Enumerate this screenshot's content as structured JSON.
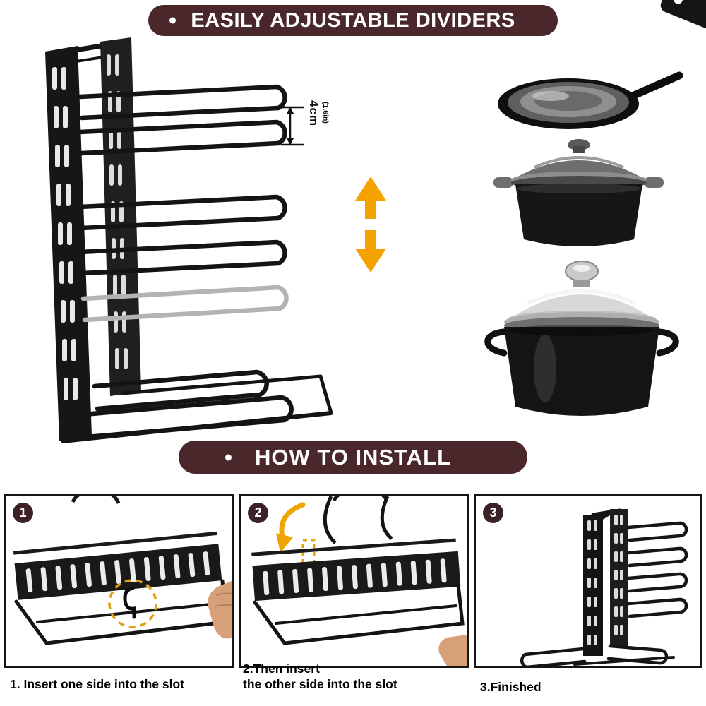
{
  "banners": {
    "adjustable_dividers": "EASILY ADJUSTABLE DIVIDERS",
    "how_to_install": "HOW TO INSTALL"
  },
  "measurement": {
    "primary": "4cm",
    "secondary": "(1.6in)"
  },
  "steps": [
    {
      "badge": "1",
      "caption_lines": [
        "1.  Insert one side into the slot"
      ]
    },
    {
      "badge": "2",
      "caption_lines": [
        "2.Then insert",
        "the other side into the slot"
      ]
    },
    {
      "badge": "3",
      "caption_lines": [
        "3.Finished"
      ]
    }
  ],
  "colors": {
    "banner_maroon": "#49272B",
    "arrow_orange": "#F4A200",
    "highlight_yellow": "#DFA315",
    "rack_black": "#141414"
  }
}
